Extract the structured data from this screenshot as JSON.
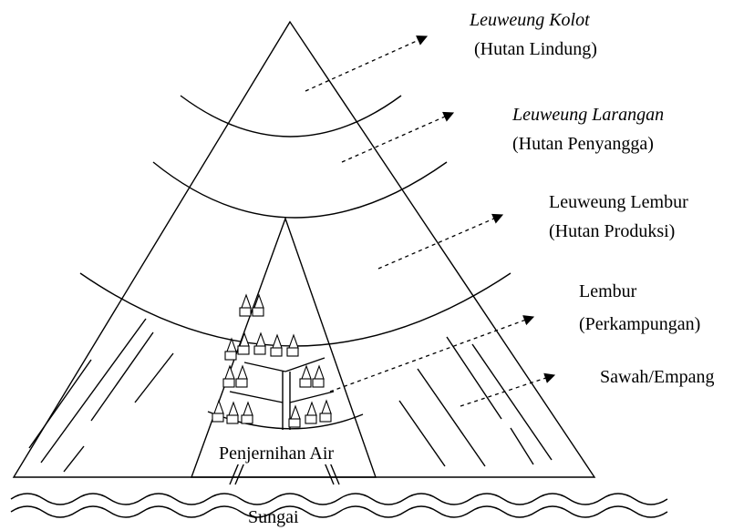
{
  "zones": [
    {
      "name": "Leuweung Kolot",
      "sub": "(Hutan Lindung)"
    },
    {
      "name": "Leuweung Larangan",
      "sub": "(Hutan Penyangga)"
    },
    {
      "name": "Leuweung Lembur",
      "sub": "(Hutan Produksi)"
    },
    {
      "name": "Lembur",
      "sub": "(Perkampungan)"
    },
    {
      "name": "Sawah/Empang",
      "sub": ""
    }
  ],
  "inner_label": "Penjernihan Air",
  "river_label": "Sungai"
}
